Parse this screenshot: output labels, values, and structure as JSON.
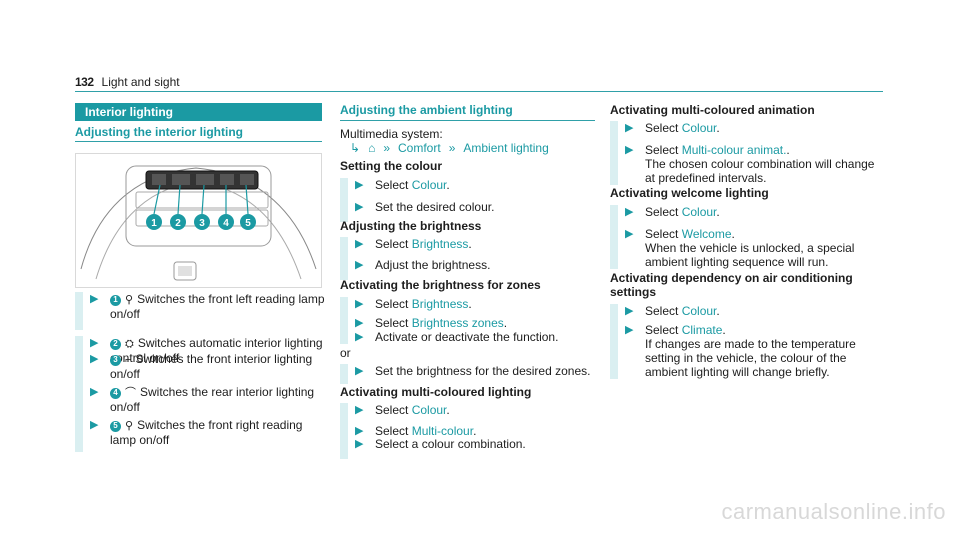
{
  "header": {
    "page": "132",
    "title": "Light and sight"
  },
  "col1": {
    "band": "Interior lighting",
    "subhead": "Adjusting the interior lighting",
    "callouts": [
      "1",
      "2",
      "3",
      "4",
      "5"
    ],
    "items": [
      {
        "num": "1",
        "sym": "⚲",
        "text": "Switches the front left reading lamp on/off"
      },
      {
        "num": "2",
        "sym": "⛭",
        "text": "Switches automatic interior lighting control on/off"
      },
      {
        "num": "3",
        "sym": "⌐",
        "text": "Switches the front interior lighting on/off"
      },
      {
        "num": "4",
        "sym": "⌒",
        "text": "Switches the rear interior lighting on/off"
      },
      {
        "num": "5",
        "sym": "⚲",
        "text": "Switches the front right reading lamp on/off"
      }
    ]
  },
  "col2": {
    "subhead": "Adjusting the ambient lighting",
    "intro": "Multimedia system:",
    "path_home": "⌂",
    "path_comfort": "Comfort",
    "path_ambient": "Ambient lighting",
    "h_colour": "Setting the colour",
    "select": "Select",
    "colour": "Colour",
    "set_colour": "Set the desired colour.",
    "h_brightness": "Adjusting the brightness",
    "brightness": "Brightness",
    "adjust_brightness": "Adjust the brightness.",
    "h_zones": "Activating the brightness for zones",
    "brightness_zones": "Brightness zones",
    "activate_fn": "Activate or deactivate the function.",
    "or": "or",
    "set_zones": "Set the brightness for the desired zones.",
    "h_multi": "Activating multi-coloured lighting",
    "multi_colour": "Multi-colour",
    "select_combo": "Select a colour combination."
  },
  "col3": {
    "h_anim": "Activating multi-coloured animation",
    "multi_anim": "Multi-colour animat.",
    "anim_desc": "The chosen colour combination will change at predefined intervals.",
    "h_welcome": "Activating welcome lighting",
    "welcome": "Welcome",
    "welcome_desc": "When the vehicle is unlocked, a special ambient lighting sequence will run.",
    "h_climate": "Activating dependency on air conditioning settings",
    "climate": "Climate",
    "climate_desc": "If changes are made to the temperature setting in the vehicle, the colour of the ambient lighting will change briefly."
  },
  "watermark": "carmanualsonline.info"
}
